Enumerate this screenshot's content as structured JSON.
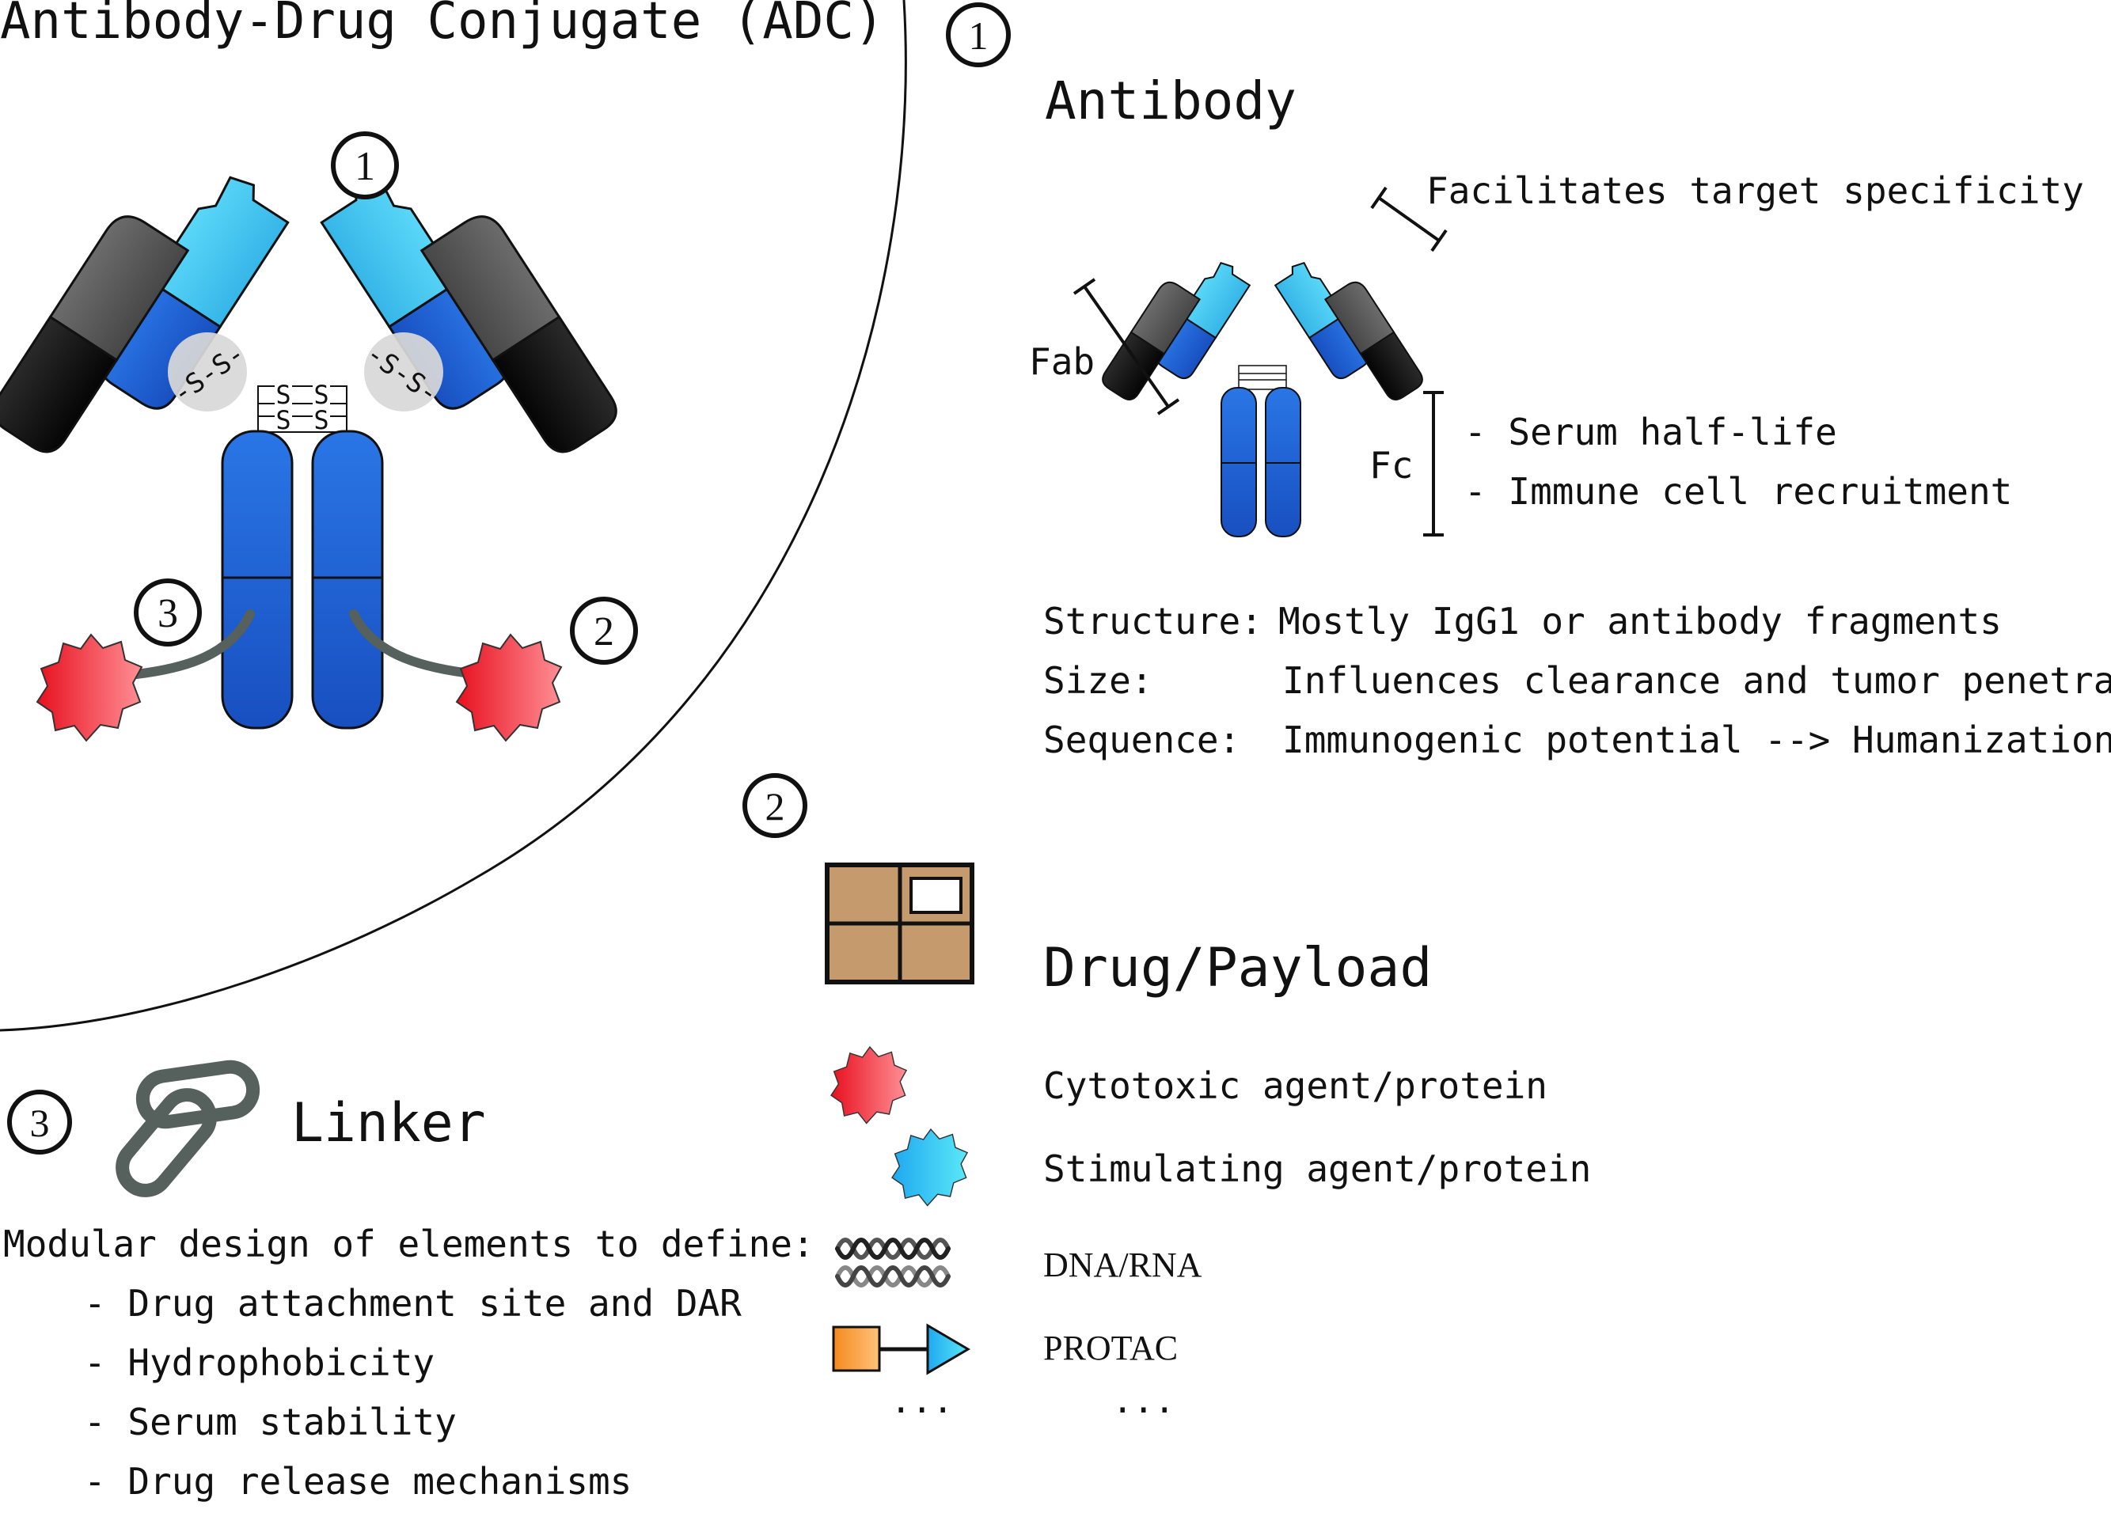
{
  "title": "Antibody-Drug Conjugate (ADC)",
  "markers": {
    "one": "1",
    "two": "2",
    "three": "3"
  },
  "adc": {
    "disulfide_label": "-S-S-",
    "hinge_s": "S"
  },
  "antibody": {
    "heading": "Antibody",
    "fab_label": "Fab",
    "fc_label": "Fc",
    "fab_note": "Facilitates target specificity",
    "fc_notes": [
      "- Serum half-life",
      "- Immune cell recruitment"
    ],
    "properties": [
      {
        "key": "Structure:",
        "value": "Mostly IgG1 or antibody fragments"
      },
      {
        "key": "Size:",
        "value": "Influences clearance and tumor penetration"
      },
      {
        "key": "Sequence:",
        "value": "Immunogenic potential --> Humanization"
      }
    ]
  },
  "payload": {
    "heading": "Drug/Payload",
    "items": [
      {
        "icon": "red-star-icon",
        "label": "Cytotoxic agent/protein"
      },
      {
        "icon": "blue-star-icon",
        "label": "Stimulating agent/protein"
      },
      {
        "icon": "dna-helix-icon",
        "label": "DNA/RNA"
      },
      {
        "icon": "protac-icon",
        "label": "PROTAC"
      }
    ],
    "ellipsis_left": "...",
    "ellipsis_right": "..."
  },
  "linker": {
    "heading": "Linker",
    "intro": "Modular design of elements to define:",
    "bullets": [
      "- Drug attachment site and DAR",
      "- Hydrophobicity",
      "- Serum stability",
      "- Drug release mechanisms"
    ]
  },
  "colors": {
    "light_blue": "#4fd2f5",
    "mid_blue": "#1d66dc",
    "dark_gray": "#3a3a3a",
    "drug_red": "#ee2230",
    "linker_gray": "#56605c",
    "payload_box": "#c59a6d"
  }
}
